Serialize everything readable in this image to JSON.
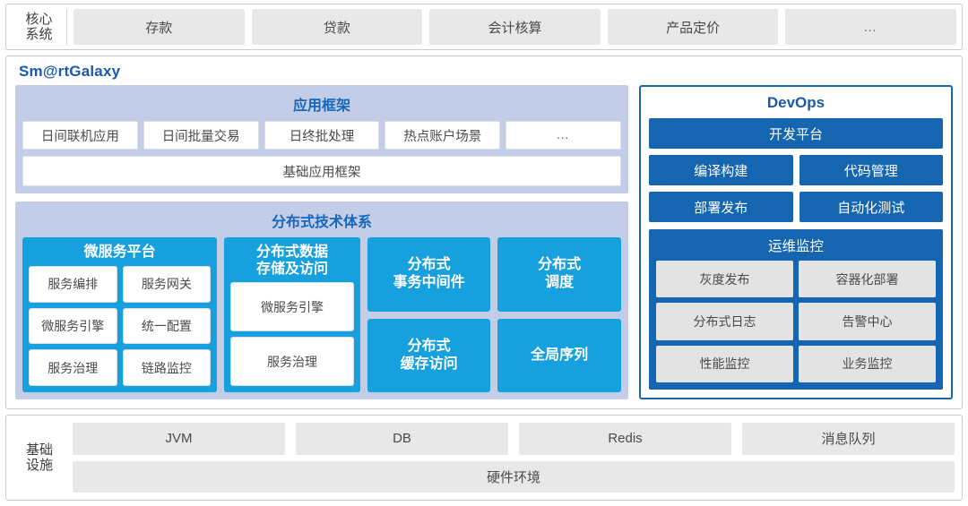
{
  "core_systems": {
    "label_line1": "核心",
    "label_line2": "系统",
    "items": [
      {
        "label": "存款"
      },
      {
        "label": "贷款"
      },
      {
        "label": "会计核算"
      },
      {
        "label": "产品定价"
      },
      {
        "label": "…"
      }
    ]
  },
  "galaxy": {
    "title": "Sm@rtGalaxy",
    "app_framework": {
      "title": "应用框架",
      "items": [
        {
          "label": "日间联机应用"
        },
        {
          "label": "日间批量交易"
        },
        {
          "label": "日终批处理"
        },
        {
          "label": "热点账户场景"
        },
        {
          "label": "…"
        }
      ],
      "base": "基础应用框架"
    },
    "distributed": {
      "title": "分布式技术体系",
      "microservice": {
        "title": "微服务平台",
        "chips": [
          {
            "label": "服务编排"
          },
          {
            "label": "服务网关"
          },
          {
            "label": "微服务引擎"
          },
          {
            "label": "统一配置"
          },
          {
            "label": "服务治理"
          },
          {
            "label": "链路监控"
          }
        ]
      },
      "storage": {
        "title_line1": "分布式数据",
        "title_line2": "存储及访问",
        "chips": [
          {
            "label": "微服务引擎"
          },
          {
            "label": "服务治理"
          }
        ]
      },
      "cells_col1": [
        {
          "line1": "分布式",
          "line2": "事务中间件"
        },
        {
          "line1": "分布式",
          "line2": "缓存访问"
        }
      ],
      "cells_col2": [
        {
          "line1": "分布式",
          "line2": "调度"
        },
        {
          "line1": "全局序列",
          "line2": ""
        }
      ]
    }
  },
  "devops": {
    "title": "DevOps",
    "platform": "开发平台",
    "items": [
      {
        "label": "编译构建"
      },
      {
        "label": "代码管理"
      },
      {
        "label": "部署发布"
      },
      {
        "label": "自动化测试"
      }
    ],
    "ops": {
      "title": "运维监控",
      "items": [
        {
          "label": "灰度发布"
        },
        {
          "label": "容器化部署"
        },
        {
          "label": "分布式日志"
        },
        {
          "label": "告警中心"
        },
        {
          "label": "性能监控"
        },
        {
          "label": "业务监控"
        }
      ]
    }
  },
  "infrastructure": {
    "label_line1": "基础",
    "label_line2": "设施",
    "items": [
      {
        "label": "JVM"
      },
      {
        "label": "DB"
      },
      {
        "label": "Redis"
      },
      {
        "label": "消息队列"
      }
    ],
    "hardware": "硬件环境"
  },
  "colors": {
    "lavender_panel": "#c4cde8",
    "bright_blue": "#16a0dd",
    "dark_blue": "#1565b0",
    "title_blue": "#1767ba",
    "gray_chip": "#e8e8e8"
  }
}
